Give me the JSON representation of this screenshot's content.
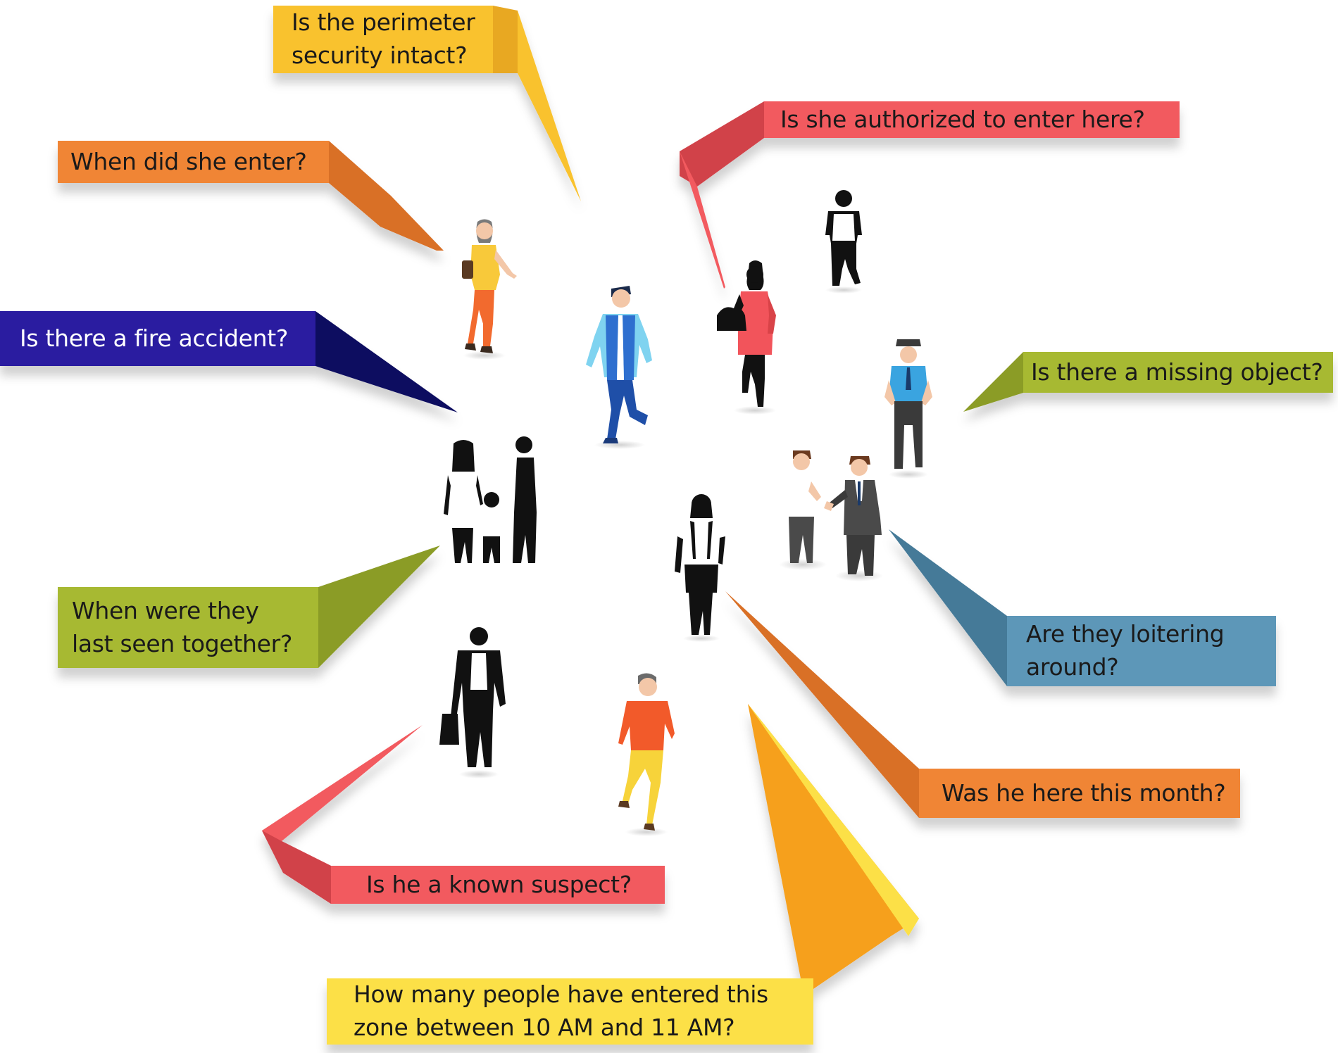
{
  "colors": {
    "yellow": "#F9C22E",
    "yellow_dark": "#E8A820",
    "orange": "#F08536",
    "orange_dark": "#D96F27",
    "red": "#F25A5F",
    "red_dark": "#D14249",
    "navy": "#2A1FA0",
    "navy_dark": "#0E1160",
    "olive": "#A7B933",
    "olive_dark": "#8B9C28",
    "steel_blue": "#5D97B8",
    "steel_blue_dark": "#447A98",
    "gold": "#FCE046",
    "gold_dark": "#F6A01E",
    "text_dark": "#1A1A1A",
    "text_light": "#FFFFFF"
  },
  "callouts": [
    {
      "id": "perimeter",
      "color": "yellow",
      "text_color": "dark",
      "lines": [
        "Is the perimeter",
        "security intact?"
      ]
    },
    {
      "id": "when-enter",
      "color": "orange",
      "text_color": "dark",
      "lines": [
        "When did she enter?"
      ]
    },
    {
      "id": "fire",
      "color": "navy",
      "text_color": "light",
      "lines": [
        "Is there a fire accident?"
      ]
    },
    {
      "id": "last-seen",
      "color": "olive",
      "text_color": "dark",
      "lines": [
        "When were they",
        "last seen together?"
      ]
    },
    {
      "id": "suspect",
      "color": "red",
      "text_color": "dark",
      "lines": [
        "Is he a known suspect?"
      ]
    },
    {
      "id": "count",
      "color": "gold",
      "text_color": "dark",
      "lines": [
        "How many people have entered this",
        "zone between 10 AM and 11 AM?"
      ]
    },
    {
      "id": "authorized",
      "color": "red",
      "text_color": "dark",
      "lines": [
        "Is she authorized to enter here?"
      ]
    },
    {
      "id": "missing",
      "color": "olive",
      "text_color": "dark",
      "lines": [
        "Is there a missing object?"
      ]
    },
    {
      "id": "loitering",
      "color": "steel_blue",
      "text_color": "dark",
      "lines": [
        "Are they loitering",
        "around?"
      ]
    },
    {
      "id": "this-month",
      "color": "orange",
      "text_color": "dark",
      "lines": [
        "Was he here this month?"
      ]
    }
  ],
  "figures": [
    {
      "id": "woman-yellow-top",
      "type": "colored",
      "shirt": "#F8C93A",
      "pants": "#F26A2E",
      "skin": "#F3C7A8",
      "hair": "#7A7A7A"
    },
    {
      "id": "man-blue-vest",
      "type": "colored",
      "shirt": "#2E6FCF",
      "pants": "#1F4FA8",
      "skin": "#F3C7A8",
      "hair": "#1B2B4B"
    },
    {
      "id": "woman-red-coat",
      "type": "silhouette",
      "shirt": "#F2545B",
      "pants": "#111111",
      "skin": "#111111",
      "hair": "#111111"
    },
    {
      "id": "man-white-shirt",
      "type": "silhouette",
      "shirt": "#FFFFFF",
      "pants": "#111111",
      "skin": "#111111",
      "hair": "#111111"
    },
    {
      "id": "security-guard",
      "type": "colored",
      "shirt": "#3AA4E0",
      "pants": "#3A3A3A",
      "skin": "#F3C7A8",
      "hair": "#2A2A2A"
    },
    {
      "id": "family-group",
      "type": "silhouette",
      "shirt": "#FFFFFF",
      "pants": "#111111",
      "skin": "#111111",
      "hair": "#111111"
    },
    {
      "id": "woman-backpack",
      "type": "silhouette",
      "shirt": "#FFFFFF",
      "pants": "#111111",
      "skin": "#111111",
      "hair": "#111111"
    },
    {
      "id": "two-businessmen",
      "type": "colored",
      "shirt": "#FFFFFF",
      "pants": "#4A4A4A",
      "skin": "#F3C7A8",
      "hair": "#6B3A1F"
    },
    {
      "id": "man-black-suit",
      "type": "silhouette",
      "shirt": "#FFFFFF",
      "pants": "#111111",
      "skin": "#111111",
      "hair": "#111111"
    },
    {
      "id": "man-orange-shirt",
      "type": "colored",
      "shirt": "#F25A2A",
      "pants": "#F7D33A",
      "skin": "#F3C7A8",
      "hair": "#6B6B6B"
    }
  ]
}
